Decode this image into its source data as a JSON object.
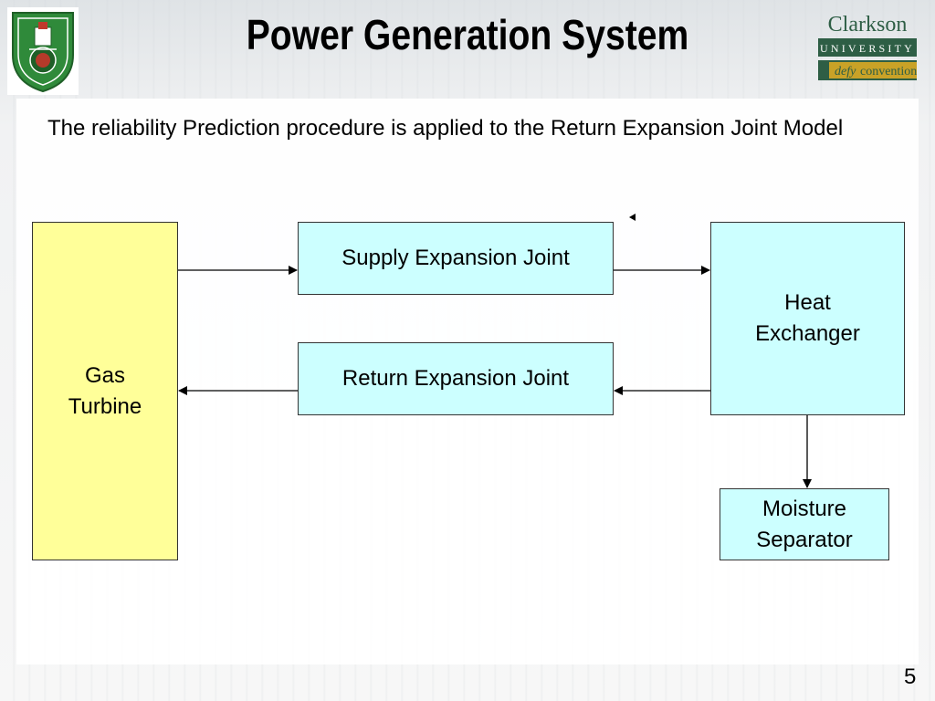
{
  "slide": {
    "title": "Power Generation System",
    "intro": "The reliability Prediction procedure is applied to the Return Expansion Joint Model",
    "page_number": "5"
  },
  "logos": {
    "left": {
      "icon": "university-of-jordan-crest",
      "color": "#2f8a3a"
    },
    "right": {
      "name": "Clarkson",
      "subtitle": "UNIVERSITY",
      "tagline_italic": "defy",
      "tagline_rest": "convention",
      "color": "#2e5e45",
      "accent": "#c9a227"
    }
  },
  "diagram": {
    "nodes": {
      "gas_turbine": {
        "line1": "Gas",
        "line2": "Turbine",
        "color": "#ffff99"
      },
      "supply_joint": {
        "label": "Supply Expansion Joint",
        "color": "#ccffff"
      },
      "return_joint": {
        "label": "Return Expansion Joint",
        "color": "#ccffff"
      },
      "heat_exchanger": {
        "line1": "Heat",
        "line2": "Exchanger",
        "color": "#ccffff"
      },
      "moisture_separator": {
        "line1": "Moisture",
        "line2": "Separator",
        "color": "#ccffff"
      }
    },
    "edges": [
      {
        "from": "gas_turbine",
        "to": "supply_joint"
      },
      {
        "from": "supply_joint",
        "to": "heat_exchanger"
      },
      {
        "from": "heat_exchanger",
        "to": "return_joint"
      },
      {
        "from": "return_joint",
        "to": "gas_turbine"
      },
      {
        "from": "heat_exchanger",
        "to": "moisture_separator"
      }
    ]
  }
}
